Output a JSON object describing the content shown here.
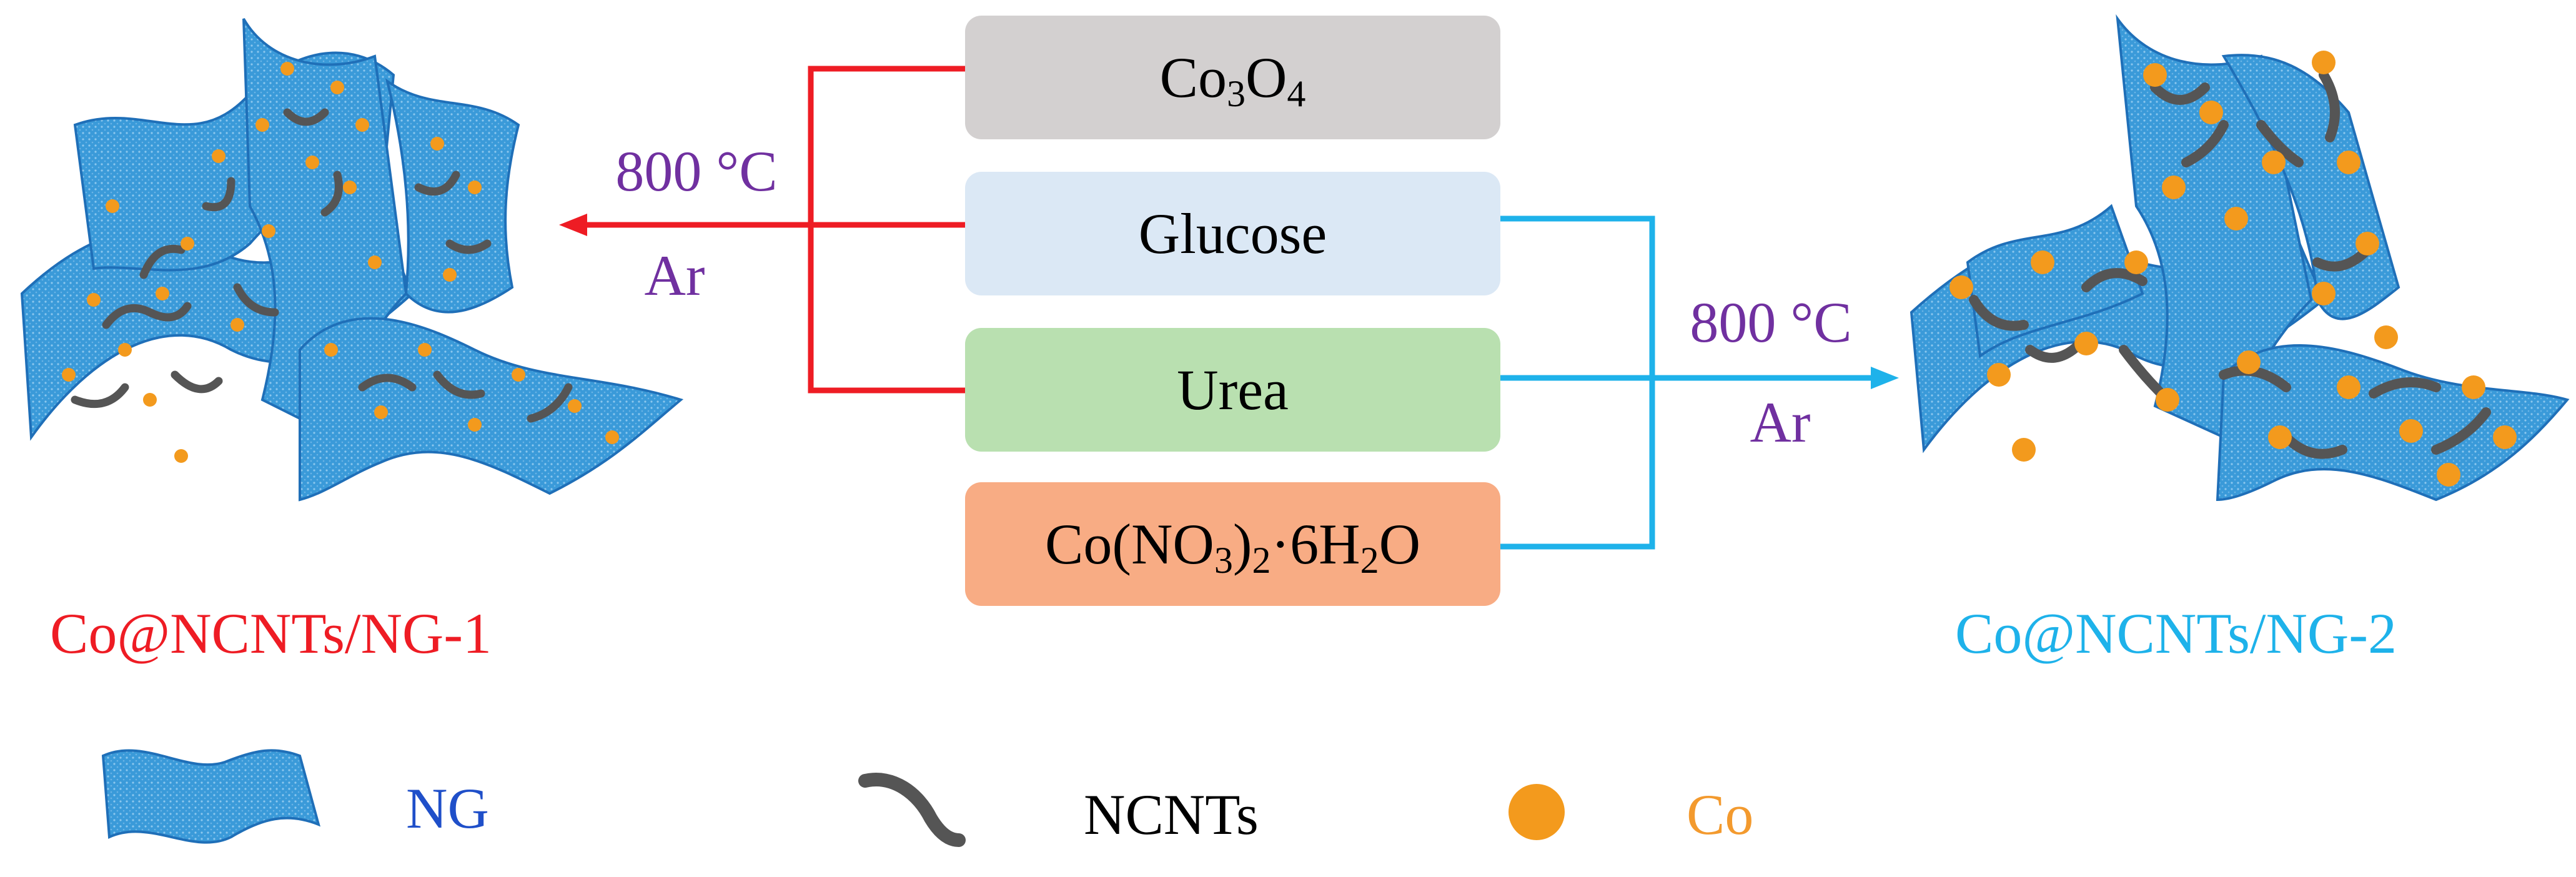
{
  "boxes": {
    "co3o4": {
      "main": "Co",
      "sub1": "3",
      "mid": "O",
      "sub2": "4",
      "fill": "#d3d0d0"
    },
    "glucose": {
      "label": "Glucose",
      "fill": "#dbe8f5"
    },
    "urea": {
      "label": "Urea",
      "fill": "#b9e0b0"
    },
    "cobalt_nitrate": {
      "p1": "Co(NO",
      "s1": "3",
      "p2": ")",
      "s2": "2",
      "p3": "·6H",
      "s3": "2",
      "p4": "O",
      "fill": "#f8ac84"
    }
  },
  "left_path": {
    "temperature": "800 °C",
    "atmosphere": "Ar",
    "line_color": "#ee1c24"
  },
  "right_path": {
    "temperature": "800 °C",
    "atmosphere": "Ar",
    "line_color": "#1eb2ea"
  },
  "products": {
    "left": {
      "label": "Co@NCNTs/NG-1",
      "color": "#ee1c24"
    },
    "right": {
      "label": "Co@NCNTs/NG-2",
      "color": "#1eb2ea"
    }
  },
  "legend": {
    "ng": {
      "label": "NG",
      "color": "#1f4fc9"
    },
    "ncnts": {
      "label": "NCNTs",
      "color": "#000000"
    },
    "co": {
      "label": "Co",
      "color": "#f39a2e"
    }
  },
  "colors": {
    "sheet": "#3a9ad9",
    "sheet_edge": "#1f6fb8",
    "tube": "#555555",
    "particle": "#f39a1d"
  }
}
